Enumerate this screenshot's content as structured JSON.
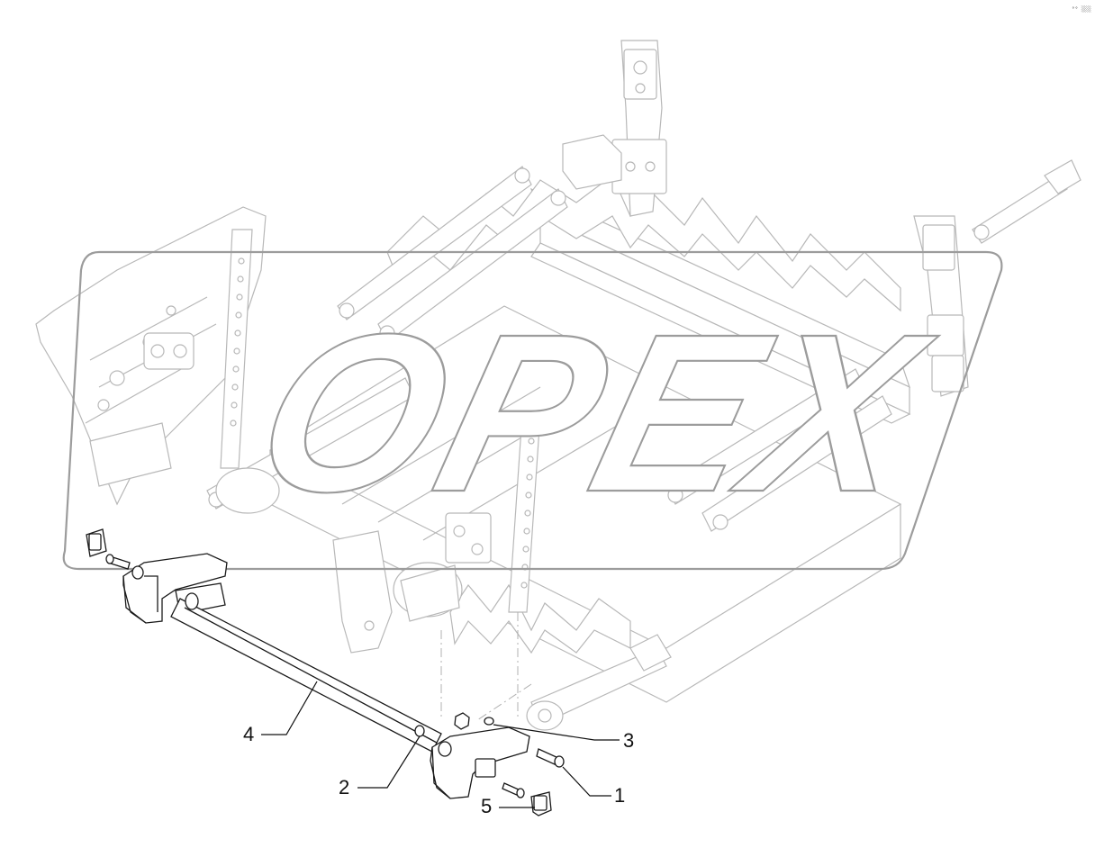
{
  "watermark": {
    "text": "OPEX"
  },
  "corner_mark": "°° ░░░",
  "callouts": [
    {
      "id": "1",
      "label": "1"
    },
    {
      "id": "2",
      "label": "2"
    },
    {
      "id": "3",
      "label": "3"
    },
    {
      "id": "4",
      "label": "4"
    },
    {
      "id": "5",
      "label": "5"
    }
  ],
  "colors": {
    "line": "#1a1a1a",
    "ghost": "#b8b8b8",
    "watermark_outline": "#9c9c9c"
  }
}
